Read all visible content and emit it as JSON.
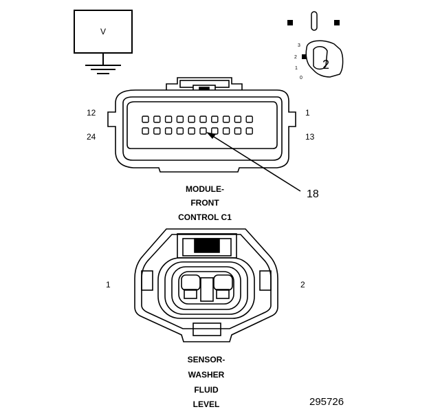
{
  "meter": {
    "label": "V"
  },
  "terminal_probe": {
    "dial_ticks": [
      "3",
      "2",
      "1",
      "0"
    ],
    "number": "2"
  },
  "connector_c1": {
    "pin_labels": {
      "top_left": "12",
      "top_right": "1",
      "bottom_left": "24",
      "bottom_right": "13"
    },
    "pins_per_row": 10,
    "rows": 2,
    "callout_pin": "18",
    "name_lines": [
      "MODULE-",
      "FRONT",
      "CONTROL C1"
    ]
  },
  "connector_sensor": {
    "pin_labels": {
      "left": "1",
      "right": "2"
    },
    "name_lines": [
      "SENSOR-",
      "WASHER",
      "FLUID",
      "LEVEL"
    ]
  },
  "figure_number": "295726"
}
